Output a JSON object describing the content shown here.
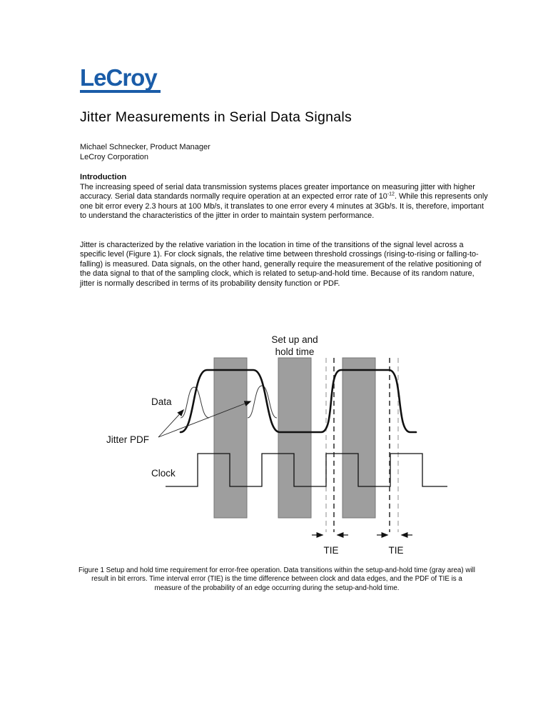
{
  "logo": {
    "text": "LeCroy"
  },
  "header": {
    "title": "Jitter Measurements in Serial Data Signals",
    "author": "Michael Schnecker, Product Manager",
    "company": "LeCroy Corporation"
  },
  "content": {
    "intro_heading": "Introduction",
    "para1_before_sup": "The increasing speed of serial data transmission systems places greater importance on measuring jitter with higher accuracy. Serial data standards normally require operation at an expected error rate of 10",
    "para1_sup": "-12",
    "para1_after_sup": ". While this represents only one bit error every 2.3 hours at 100 Mb/s, it translates to one error every 4 minutes at 3Gb/s. It is, therefore, important to understand the characteristics of the jitter in order to maintain system performance.",
    "para2": "Jitter is characterized by the relative variation in the location in time of the transitions of the signal level across a specific level (Figure 1). For clock signals, the relative time between threshold crossings (rising-to-rising or falling-to-falling) is measured. Data signals, on the other hand, generally require the measurement of the relative positioning of the data signal to that of the sampling clock, which is related to setup-and-hold time. Because of its random nature, jitter is normally described in terms of its probability density function or PDF."
  },
  "figure": {
    "label_setup_line1": "Set up and",
    "label_setup_line2": "hold time",
    "label_data": "Data",
    "label_jitter_pdf": "Jitter PDF",
    "label_clock": "Clock",
    "label_tie_1": "TIE",
    "label_tie_2": "TIE",
    "caption": "Figure 1  Setup and hold time requirement for error-free operation. Data transitions within the setup-and-hold time (gray area) will result in bit errors. Time interval error (TIE) is the time difference between clock and data edges, and the PDF of TIE is a measure of the probability of an edge occurring during the setup-and-hold time.",
    "colors": {
      "gray_bar": "#9E9E9E",
      "dashed_dark": "#4D4D4D",
      "dashed_light": "#ADADAD",
      "waveform": "#111111"
    }
  },
  "colors": {
    "brand_blue": "#1A5CA8"
  }
}
